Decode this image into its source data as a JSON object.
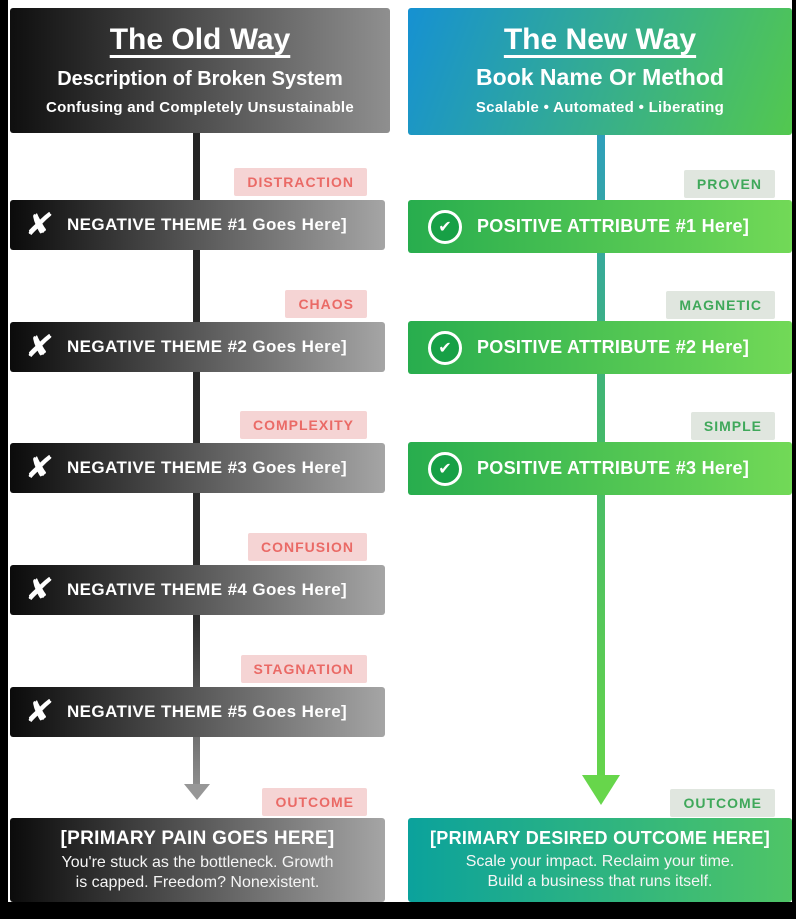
{
  "left": {
    "header": {
      "title": "The Old Way",
      "subtitle": "Description of Broken System",
      "tagline": "Confusing and Completely Unsustainable"
    },
    "items": [
      {
        "badge": "DISTRACTION",
        "text": "NEGATIVE THEME  #1 Goes Here]"
      },
      {
        "badge": "CHAOS",
        "text": "NEGATIVE THEME  #2 Goes Here]"
      },
      {
        "badge": "COMPLEXITY",
        "text": "NEGATIVE THEME  #3 Goes Here]"
      },
      {
        "badge": "CONFUSION",
        "text": "NEGATIVE THEME  #4 Goes Here]"
      },
      {
        "badge": "STAGNATION",
        "text": "NEGATIVE THEME  #5 Goes Here]"
      }
    ],
    "outcome": {
      "badge": "OUTCOME",
      "title": "[PRIMARY PAIN GOES HERE]",
      "line1": "You're stuck as the bottleneck. Growth",
      "line2": "is capped. Freedom? Nonexistent."
    }
  },
  "right": {
    "header": {
      "title": "The New Way",
      "subtitle": "Book Name Or Method",
      "tagline": "Scalable • Automated • Liberating"
    },
    "items": [
      {
        "badge": "PROVEN",
        "text": "POSITIVE ATTRIBUTE #1 Here]"
      },
      {
        "badge": "MAGNETIC",
        "text": "POSITIVE ATTRIBUTE #2 Here]"
      },
      {
        "badge": "SIMPLE",
        "text": "POSITIVE ATTRIBUTE #3 Here]"
      }
    ],
    "outcome": {
      "badge": "OUTCOME",
      "title": "[PRIMARY DESIRED OUTCOME HERE]",
      "line1": "Scale your impact. Reclaim your time.",
      "line2": "Build a business that runs itself."
    }
  },
  "icons": {
    "cross": "✘",
    "check": "✔"
  },
  "colors": {
    "old_gradient_start": "#0b0b0b",
    "old_gradient_end": "#a5a5a5",
    "new_header_start": "#1691d2",
    "new_header_end": "#53c84f",
    "positive_bar_start": "#28ad4e",
    "positive_bar_end": "#72d957",
    "outcome_new_start": "#0ba29c",
    "outcome_new_end": "#4fc566",
    "badge_pink_bg": "#f5d4d4",
    "badge_pink_text": "#ea6a66",
    "badge_green_bg": "#e0e6df",
    "badge_green_text": "#3fa85a"
  }
}
